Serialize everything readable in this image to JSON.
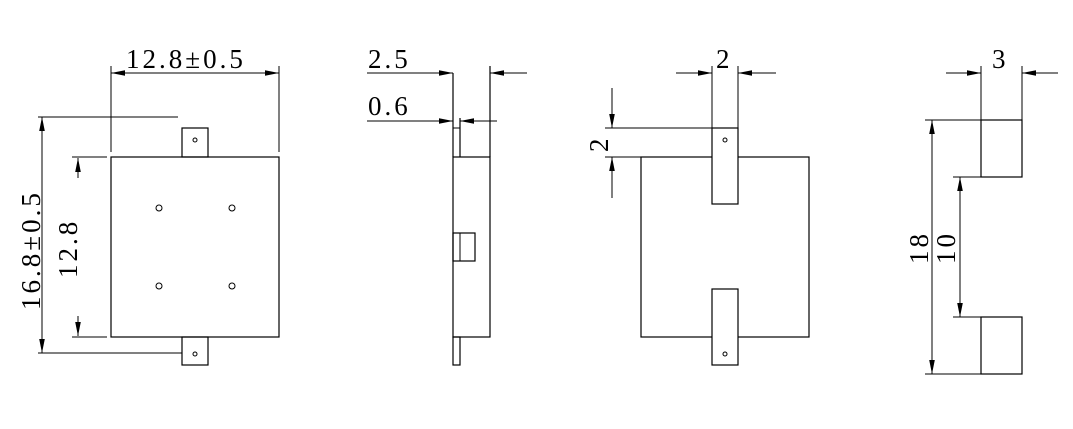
{
  "drawing": {
    "colors": {
      "line": "#000000",
      "background": "#ffffff"
    },
    "front_view": {
      "width_dim": "12.8±0.5",
      "overall_height_dim": "16.8±0.5",
      "body_height_dim": "12.8"
    },
    "side_view": {
      "thickness_dim": "2.5",
      "plate_dim": "0.6"
    },
    "rear_view": {
      "tab_width_dim": "2",
      "tab_height_dim": "2"
    },
    "pad_layout": {
      "pad_width_dim": "3",
      "outer_span_dim": "18",
      "inner_span_dim": "10"
    }
  }
}
